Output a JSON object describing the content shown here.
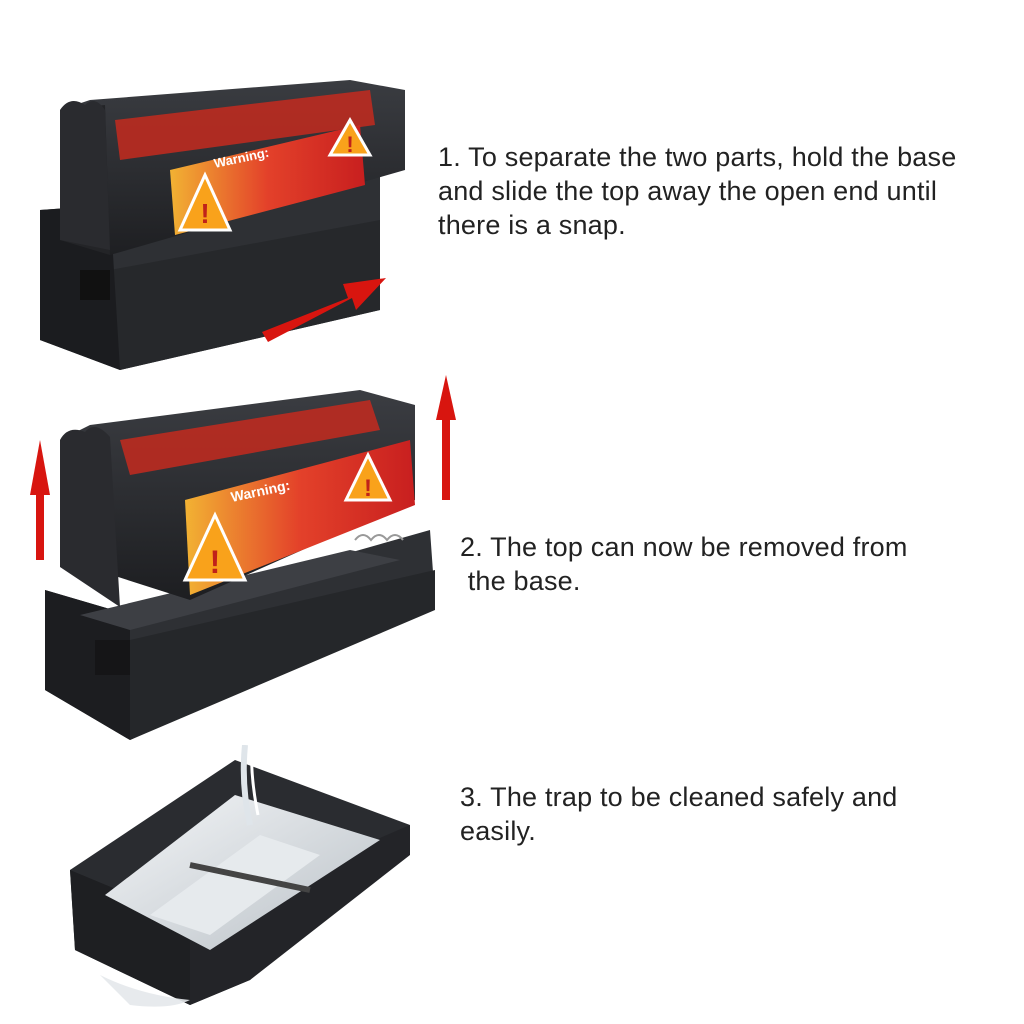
{
  "steps": [
    {
      "lines": [
        "1. To separate the two parts, hold the base",
        "and slide the top away the open end until",
        "there is a snap."
      ]
    },
    {
      "lines": [
        "2. The top can now be removed from",
        " the base."
      ]
    },
    {
      "lines": [
        "3. The trap to be cleaned safely and",
        "easily."
      ]
    }
  ],
  "labels": {
    "warning_label": "Warning:"
  },
  "colors": {
    "arrow": "#d8150f",
    "device_body": "#2b2d31",
    "warning_orange": "#f08a1c",
    "warning_red": "#e0301e"
  },
  "icons": [
    "arrow-diagonal-icon",
    "arrow-up-icon",
    "warning-triangle-icon"
  ]
}
